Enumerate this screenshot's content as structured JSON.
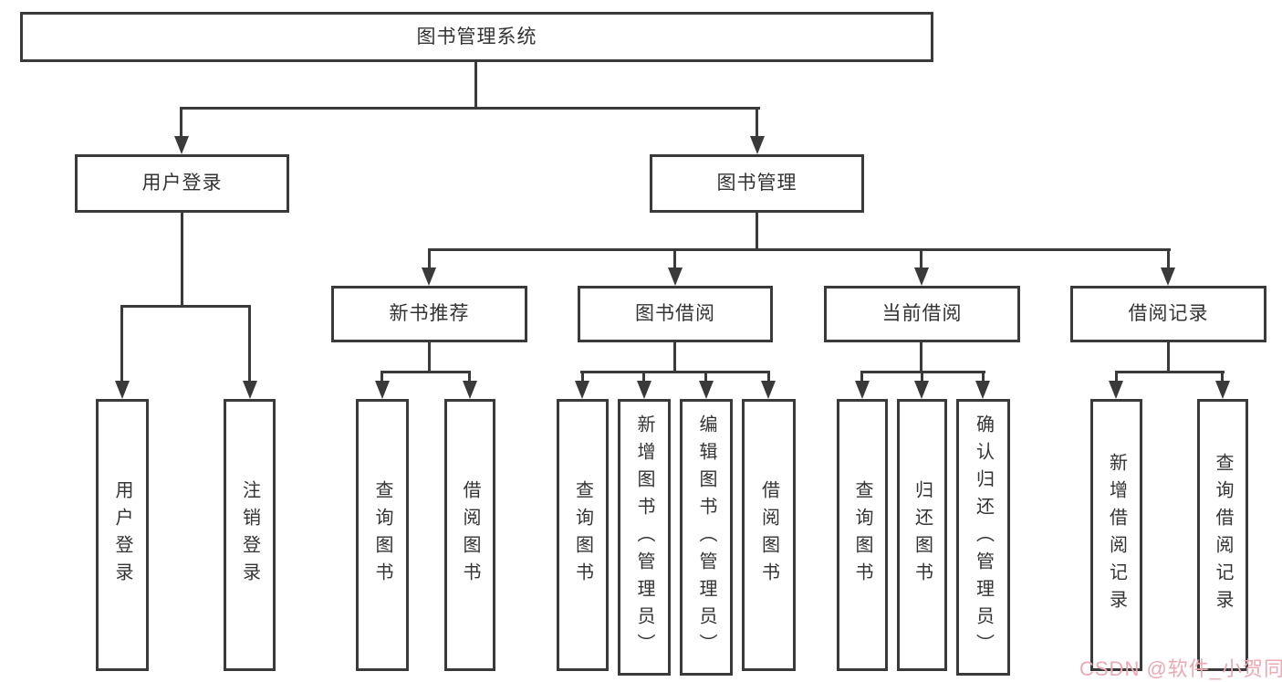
{
  "diagram": {
    "type": "hierarchy-tree",
    "nodes": {
      "root": "图书管理系统",
      "user_login": "用户登录",
      "book_management": "图书管理",
      "new_book_recommend": "新书推荐",
      "book_borrowing": "图书借阅",
      "current_borrowing": "当前借阅",
      "borrowing_records": "借阅记录",
      "leaf_user_login": "用户登录",
      "leaf_logout": "注销登录",
      "leaf_nbr_query_books": "查询图书",
      "leaf_nbr_borrow_books": "借阅图书",
      "leaf_bb_query_books": "查询图书",
      "leaf_bb_add_books": "新增图书（管理员）",
      "leaf_bb_edit_books": "编辑图书（管理员）",
      "leaf_bb_borrow_books": "借阅图书",
      "leaf_cb_query_books": "查询图书",
      "leaf_cb_return_books": "归还图书",
      "leaf_cb_confirm_return": "确认归还（管理员）",
      "leaf_br_add_record": "新增借阅记录",
      "leaf_br_query_record": "查询借阅记录"
    },
    "colors": {
      "line": "#3a3a3a",
      "text": "#333333",
      "background": "#ffffff",
      "watermark": "#eca9b2"
    },
    "watermark": "CSDN @软件_小贺同学"
  }
}
